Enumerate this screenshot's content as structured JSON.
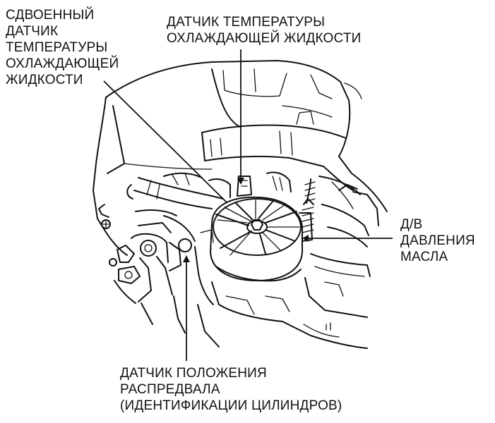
{
  "labels": {
    "dual_coolant_sensor": [
      "СДВОЕННЫЙ",
      "ДАТЧИК",
      "ТЕМПЕРАТУРЫ",
      "ОХЛАЖДАЮЩЕЙ",
      "ЖИДКОСТИ"
    ],
    "coolant_temp_sensor": [
      "ДАТЧИК ТЕМПЕРАТУРЫ",
      "ОХЛАЖДАЮЩЕЙ ЖИДКОСТИ"
    ],
    "oil_pressure_sensor": [
      "Д/В",
      "ДАВЛЕНИЯ",
      "МАСЛА"
    ],
    "camshaft_position_sensor": [
      "ДАТЧИК ПОЛОЖЕНИЯ",
      "РАСПРЕДВАЛА",
      "(ИДЕНТИФИКАЦИИ ЦИЛИНДРОВ)"
    ]
  }
}
